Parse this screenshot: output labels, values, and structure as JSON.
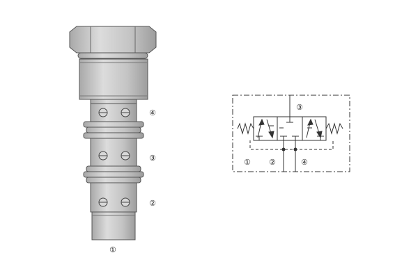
{
  "cartridge": {
    "port_labels": [
      "④",
      "③",
      "②",
      "①"
    ]
  },
  "symbol": {
    "port_labels": [
      "③",
      "①",
      "②",
      "④"
    ]
  },
  "colors": {
    "body_fill": "#c9c9c9",
    "body_dark": "#a6a6a6",
    "outline": "#555555",
    "line": "#333333"
  }
}
